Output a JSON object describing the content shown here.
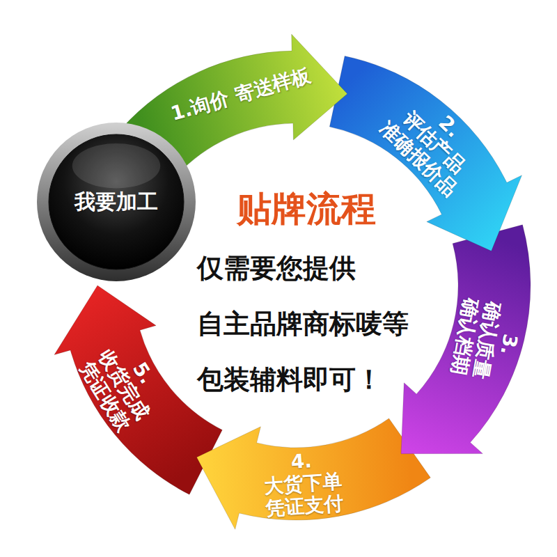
{
  "diagram": {
    "title": "贴牌流程",
    "nodes": [
      {
        "text": [
          "我要加工"
        ]
      },
      {
        "text": [
          "1.询价 寄送样板"
        ]
      },
      {
        "text": [
          "2.评估产品 准确报价品"
        ]
      },
      {
        "text": [
          "3.确认质量 确认档期"
        ]
      },
      {
        "text": [
          "4.大货下单 凭证支付"
        ]
      },
      {
        "text": [
          "5.收货完成 凭证收款"
        ]
      }
    ],
    "labels": [
      "仅需要您提供 自主品牌商标唛等 包装辅料即可！"
    ]
  }
}
